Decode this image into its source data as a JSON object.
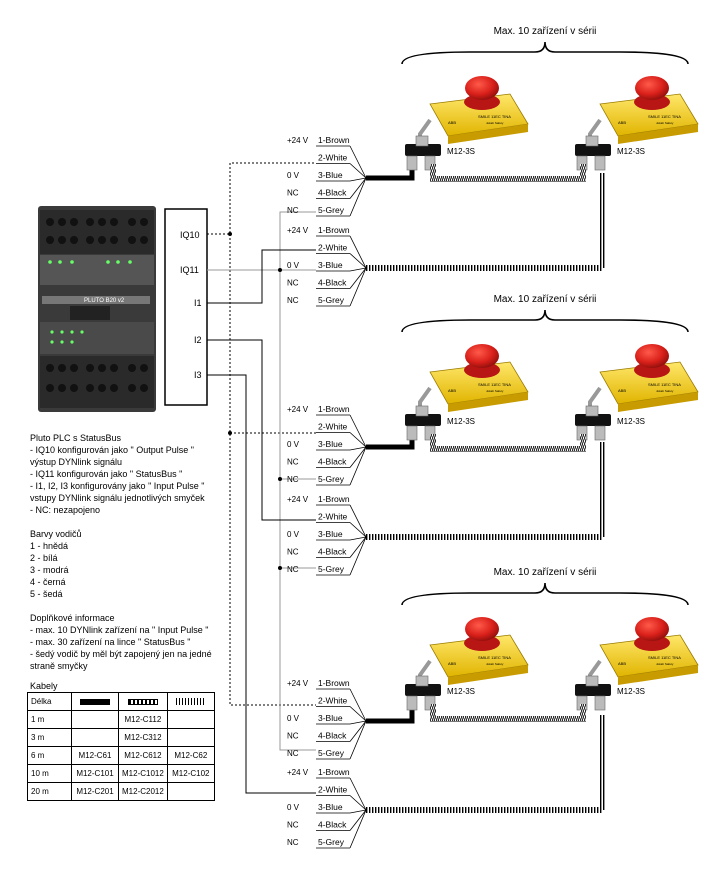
{
  "series_label": "Max. 10 zařízení v sérii",
  "device_label": "M12-3S",
  "button_brand": "ABB",
  "button_model": "SMILE 11EC TINA",
  "button_sub": "Jokab Safety",
  "plc": {
    "name": "PLUTO B20 v2",
    "terminals": [
      "IQ10",
      "IQ11",
      "I1",
      "I2",
      "I3"
    ]
  },
  "wire_labels": [
    "1-Brown",
    "2-White",
    "3-Blue",
    "4-Black",
    "5-Grey"
  ],
  "wire_volt": [
    "+24 V",
    "",
    "0 V",
    "NC",
    "NC"
  ],
  "notes": {
    "title": "Pluto PLC s StatusBus",
    "lines": [
      "- IQ10 konfigurován jako \" Output Pulse \"",
      "  výstup DYNlink signálu",
      "- IQ11 konfigurován jako \" StatusBus \"",
      "- I1, I2, I3 konfigurovány jako \" Input Pulse \"",
      "  vstupy DYNlink signálu jednotlivých smyček",
      "- NC: nezapojeno"
    ],
    "colors_title": "Barvy vodičů",
    "colors": [
      "1 - hnědá",
      "2 - bílá",
      "3 - modrá",
      "4 - černá",
      "5 - šedá"
    ],
    "info_title": "Doplňkové informace",
    "info": [
      "- max. 10 DYNlink zařízení na \" Input Pulse \"",
      "- max. 30 zařízení na lince \" StatusBus \"",
      "- šedý vodič by měl být zapojený jen na jedné",
      "  straně smyčky"
    ],
    "cables_title": "Kabely"
  },
  "table": {
    "header": "Délka",
    "rows": [
      [
        "1 m",
        "",
        "M12-C112",
        ""
      ],
      [
        "3 m",
        "",
        "M12-C312",
        ""
      ],
      [
        "6 m",
        "M12-C61",
        "M12-C612",
        "M12-C62"
      ],
      [
        "10 m",
        "M12-C101",
        "M12-C1012",
        "M12-C102"
      ],
      [
        "20 m",
        "M12-C201",
        "M12-C2012",
        ""
      ]
    ]
  }
}
